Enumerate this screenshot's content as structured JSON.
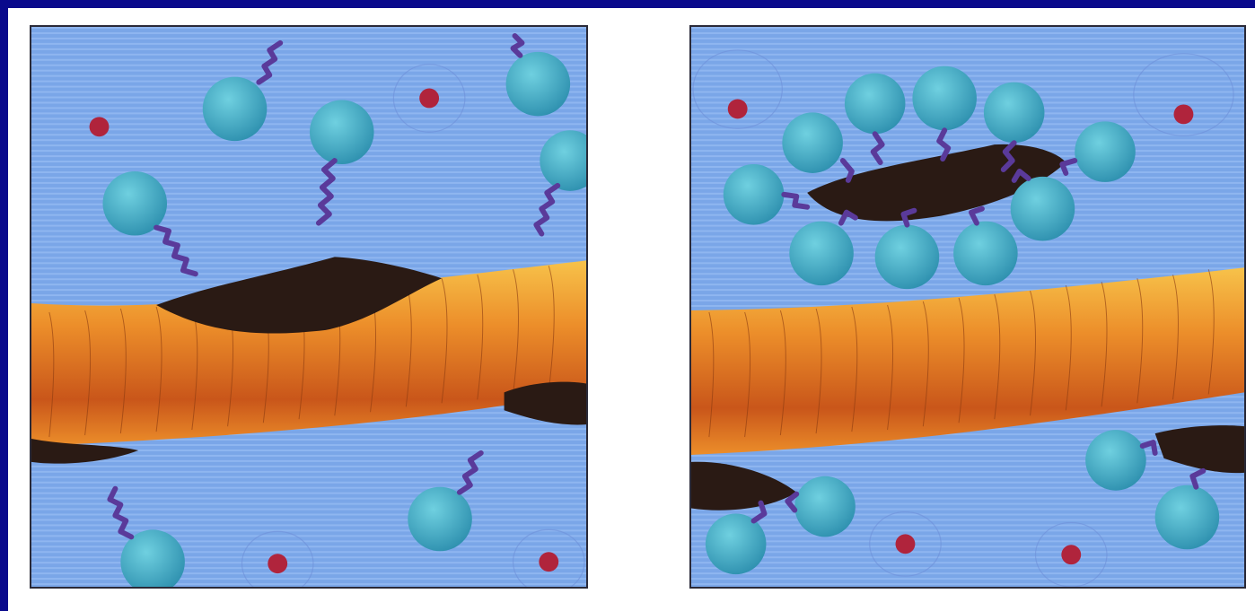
{
  "colors": {
    "frame": "#0a0a8c",
    "water": "#7aa6e8",
    "water_stripe": "#8fb6f0",
    "fiber_light": "#f7c24a",
    "fiber_mid": "#ec8e2a",
    "fiber_dark": "#c9561a",
    "oil": "#2a1a14",
    "surfactant_head": "#3aa8c4",
    "surfactant_tail": "#5a3a9a",
    "ion": "#b0243c"
  },
  "panels": [
    {
      "id": "left",
      "state": "oily-fiber"
    },
    {
      "id": "right",
      "state": "micelle-detached"
    }
  ]
}
